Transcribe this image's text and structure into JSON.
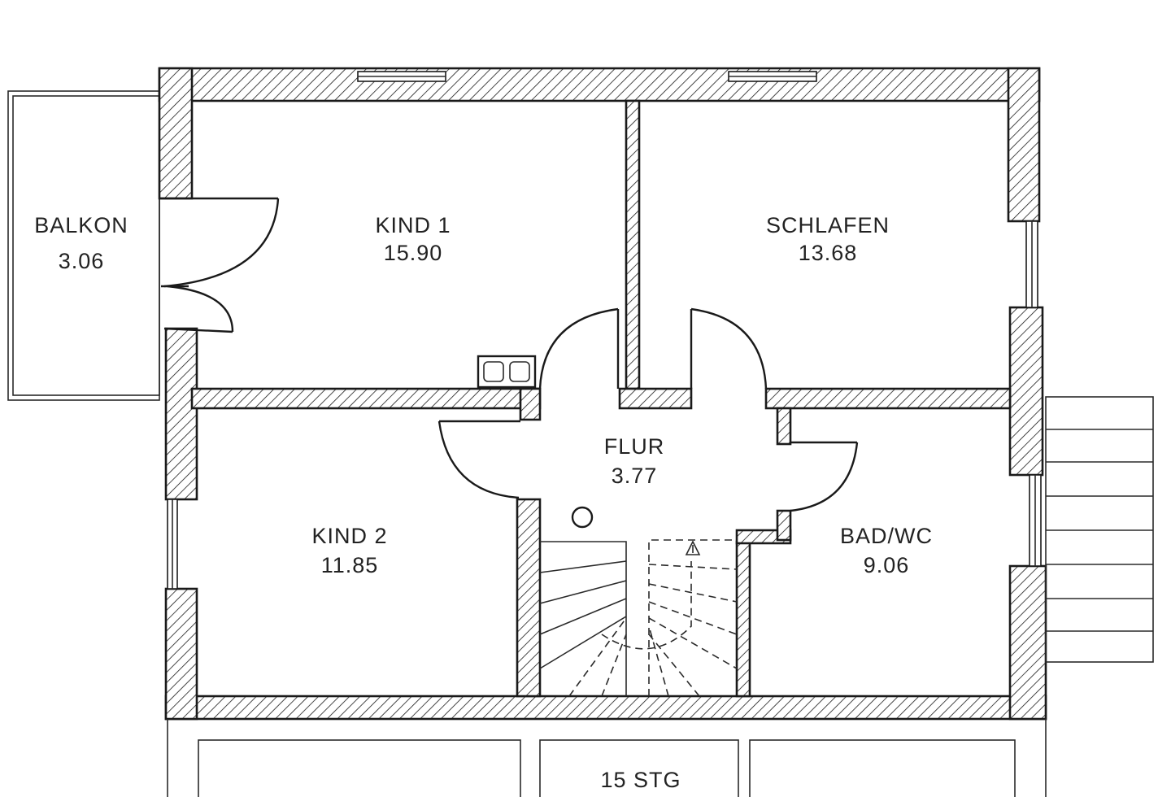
{
  "rooms": [
    {
      "name": "BALKON",
      "area": "3.06"
    },
    {
      "name": "KIND 1",
      "area": "15.90"
    },
    {
      "name": "SCHLAFEN",
      "area": "13.68"
    },
    {
      "name": "FLUR",
      "area": "3.77"
    },
    {
      "name": "KIND 2",
      "area": "11.85"
    },
    {
      "name": "BAD/WC",
      "area": "9.06"
    }
  ],
  "stairs": {
    "label": "15 STG"
  }
}
